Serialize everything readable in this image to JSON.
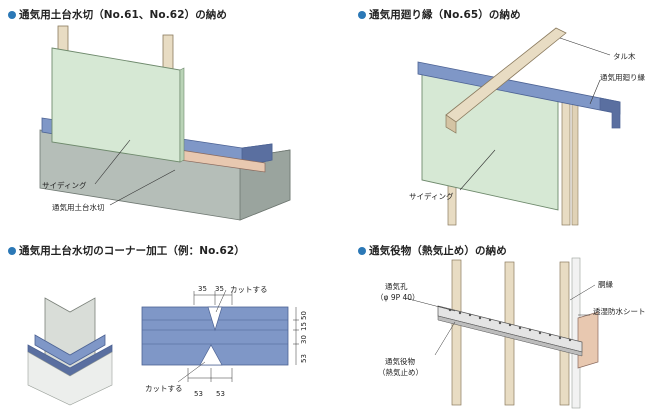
{
  "panels": {
    "top_left": {
      "title": "通気用土台水切（No.61、No.62）の納め",
      "labels": {
        "siding": "サイディング",
        "flashing": "通気用土台水切"
      }
    },
    "top_right": {
      "title": "通気用廻り縁（No.65）の納め",
      "labels": {
        "rafter": "タル木",
        "molding": "通気用廻り縁",
        "siding": "サイディング"
      }
    },
    "bottom_left": {
      "title": "通気用土台水切のコーナー加工（例：No.62）",
      "labels": {
        "cut_top": "カットする",
        "cut_bottom": "カットする"
      },
      "dims_top": [
        "35",
        "35"
      ],
      "dims_bottom": [
        "53",
        "53"
      ],
      "dims_side": [
        "50",
        "15",
        "30",
        "53"
      ]
    },
    "bottom_right": {
      "title": "通気役物（熱気止め）の納め",
      "labels": {
        "vent_hole": "通気孔",
        "vent_spec": "（φ 9P 40）",
        "furring": "胴縁",
        "membrane": "透湿防水シート",
        "vent_piece": "通気役物",
        "heat_stop": "（熱気止め）"
      }
    }
  },
  "colors": {
    "bullet": "#2b78b6",
    "siding": "#d6e8d4",
    "metal": "#7f97c7",
    "metal_dark": "#5a6fa0",
    "wood": "#e8dcc3",
    "concrete": "#a9b3ad"
  }
}
